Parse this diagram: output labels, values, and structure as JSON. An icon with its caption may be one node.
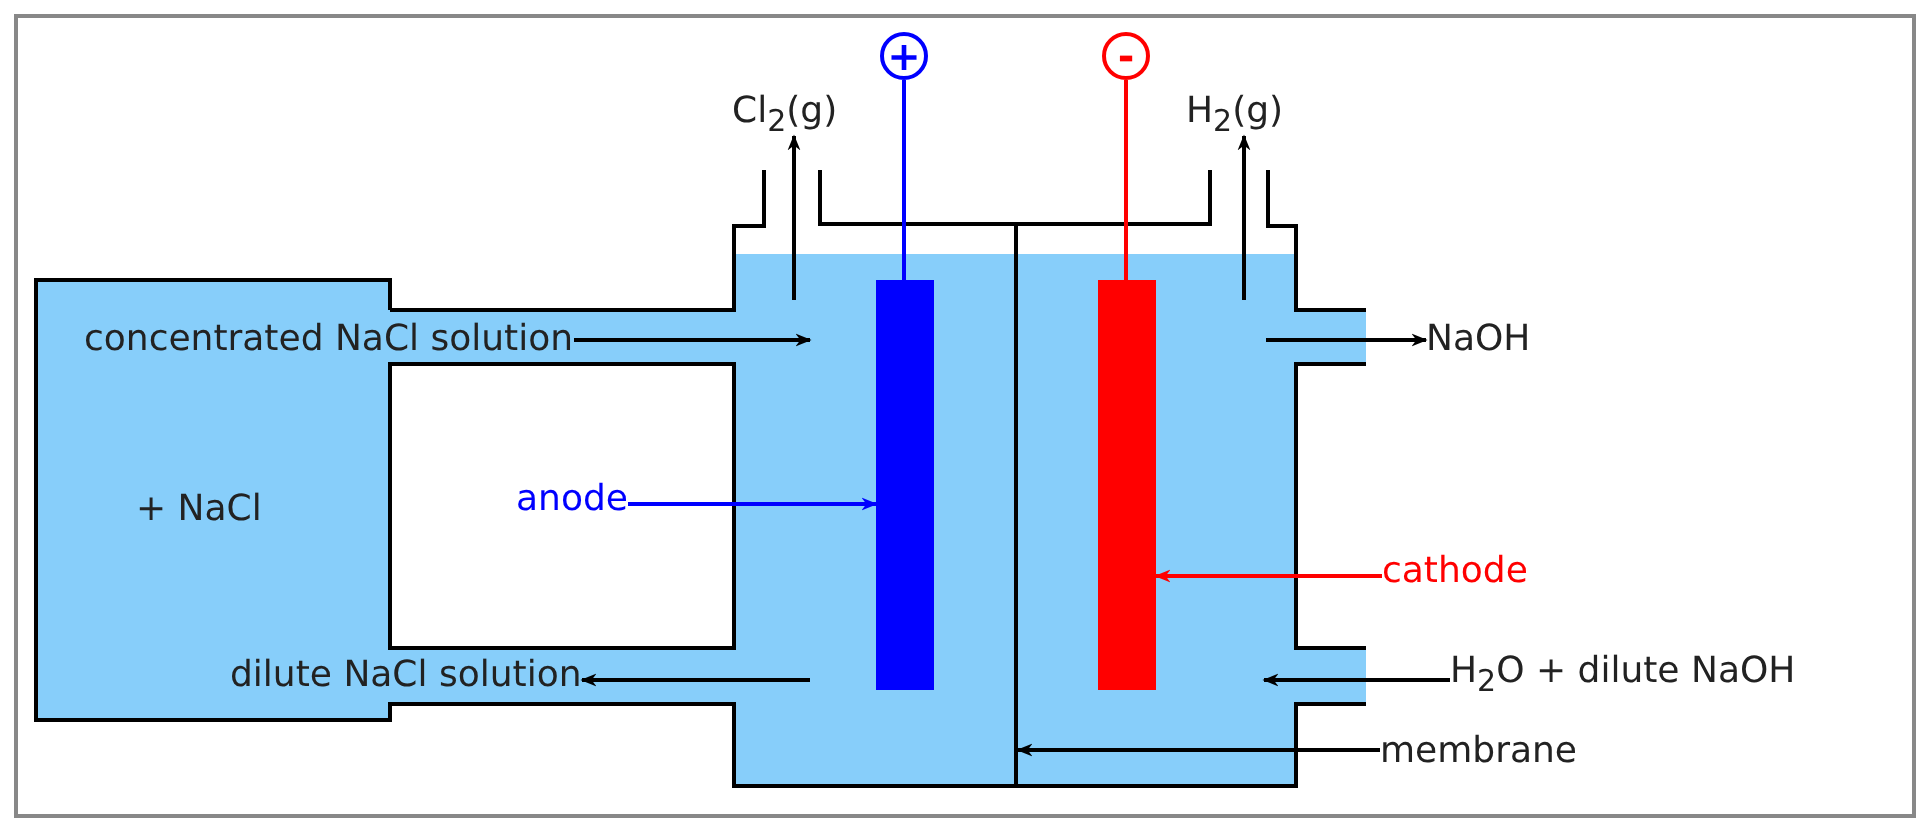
{
  "diagram": {
    "nodes": [
      {
        "text": [
          "Cl$_{2}$(g)"
        ]
      },
      {
        "text": [
          "+"
        ]
      },
      {
        "text": [
          "-"
        ]
      },
      {
        "text": [
          "H$_{2}$(g)"
        ]
      },
      {
        "text": [
          "concentrated NaCl solution"
        ]
      },
      {
        "text": [],
        "shape": "bar"
      },
      {
        "text": [],
        "shape": "line"
      },
      {
        "text": [],
        "shape": "bar"
      },
      {
        "text": [
          "NaOH"
        ]
      },
      {
        "text": [
          "anode"
        ]
      },
      {
        "text": [
          "cathode"
        ]
      },
      {
        "text": [
          "dilute NaCl solution"
        ]
      },
      {
        "text": [
          "H$_{2}$O + dilute NaOH"
        ]
      },
      {
        "text": [
          "membrane"
        ]
      }
    ],
    "edges": [
      {
        "from": null,
        "to": 0,
        "arrow": "to"
      },
      {
        "from": 1,
        "to": 5,
        "arrow": "none",
        "color": "#0000ff"
      },
      {
        "from": 2,
        "to": 7,
        "arrow": "none",
        "color": "#ff0000"
      },
      {
        "from": null,
        "to": 3,
        "arrow": "to"
      },
      {
        "from": 4,
        "to": null,
        "arrow": "to"
      },
      {
        "from": null,
        "to": 8,
        "arrow": "to"
      },
      {
        "from": 9,
        "to": 5,
        "arrow": "to",
        "color": "#0000ff"
      },
      {
        "from": 10,
        "to": 7,
        "arrow": "to",
        "color": "#ff0000"
      },
      {
        "from": null,
        "to": 11,
        "arrow": "to"
      },
      {
        "from": 12,
        "to": null,
        "arrow": "to"
      },
      {
        "from": 13,
        "to": 6,
        "arrow": "to"
      }
    ],
    "labels": [
      "+ NaCl"
    ]
  }
}
